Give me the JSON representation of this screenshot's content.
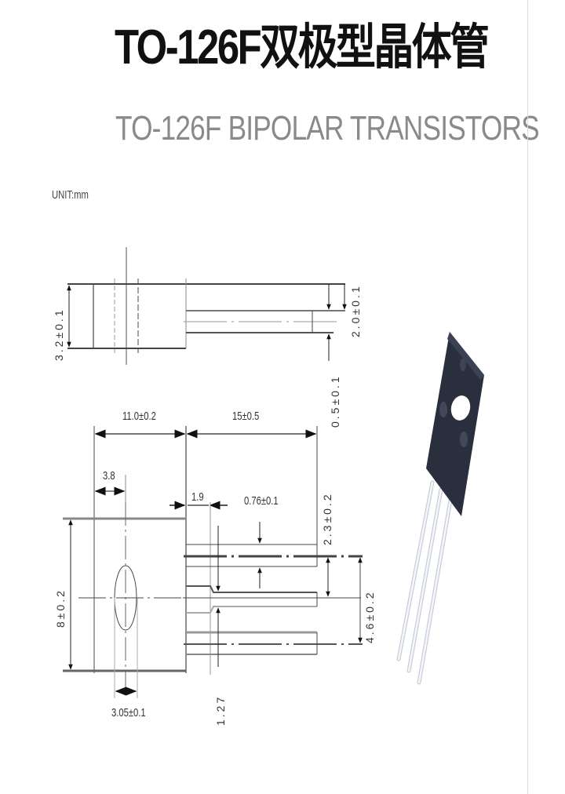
{
  "title": {
    "chinese": "TO-126F双极型晶体管",
    "english": "TO-126F BIPOLAR TRANSISTORS"
  },
  "unit_label": "UNIT:mm",
  "side_view": {
    "dimensions": {
      "body_thickness": "3.2±0.1",
      "lead_offset": "2.0±0.1",
      "lead_thickness": "0.5±0.1"
    }
  },
  "top_view": {
    "dimensions": {
      "body_length": "11.0±0.2",
      "lead_length": "15±0.5",
      "hole_offset": "3.8",
      "lead_shoulder": "1.9",
      "lead_width": "0.76±0.1",
      "body_width": "8±0.2",
      "lead_edge_offset": "2.3±0.2",
      "lead_span": "4.6±0.2",
      "hole_diameter": "3.05±0.1",
      "lead_pitch": "1.27"
    }
  },
  "photo": {
    "description": "TO-126F transistor package photo",
    "body_color": "#2a2f3d",
    "lead_color": "#e8ecf2"
  }
}
